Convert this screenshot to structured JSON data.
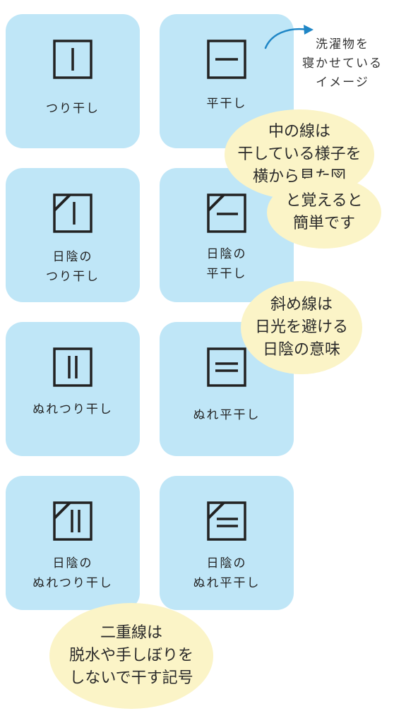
{
  "cards": [
    {
      "lines": [
        "つり干し"
      ]
    },
    {
      "lines": [
        "平干し"
      ]
    },
    {
      "lines": [
        "日陰の",
        "つり干し"
      ]
    },
    {
      "lines": [
        "日陰の",
        "平干し"
      ]
    },
    {
      "lines": [
        "ぬれつり干し"
      ]
    },
    {
      "lines": [
        "ぬれ平干し"
      ]
    },
    {
      "lines": [
        "日陰の",
        "ぬれつり干し"
      ]
    },
    {
      "lines": [
        "日陰の",
        "ぬれ平干し"
      ]
    }
  ],
  "note": {
    "lines": [
      "洗濯物を",
      "寝かせている",
      "イメージ"
    ]
  },
  "bubbles": [
    {
      "lines": [
        "中の線は",
        "干している様子を",
        "横から見た図"
      ]
    },
    {
      "lines": [
        "と覚えると",
        "簡単です"
      ]
    },
    {
      "lines": [
        "斜め線は",
        "日光を避ける",
        "日陰の意味"
      ]
    },
    {
      "lines": [
        "二重線は",
        "脱水や手しぼりを",
        "しないで干す記号"
      ]
    }
  ],
  "colors": {
    "card": "#bfe6f7",
    "bubble": "#fbf4c7",
    "arrow": "#1f86c6",
    "symbol": "#222222"
  }
}
